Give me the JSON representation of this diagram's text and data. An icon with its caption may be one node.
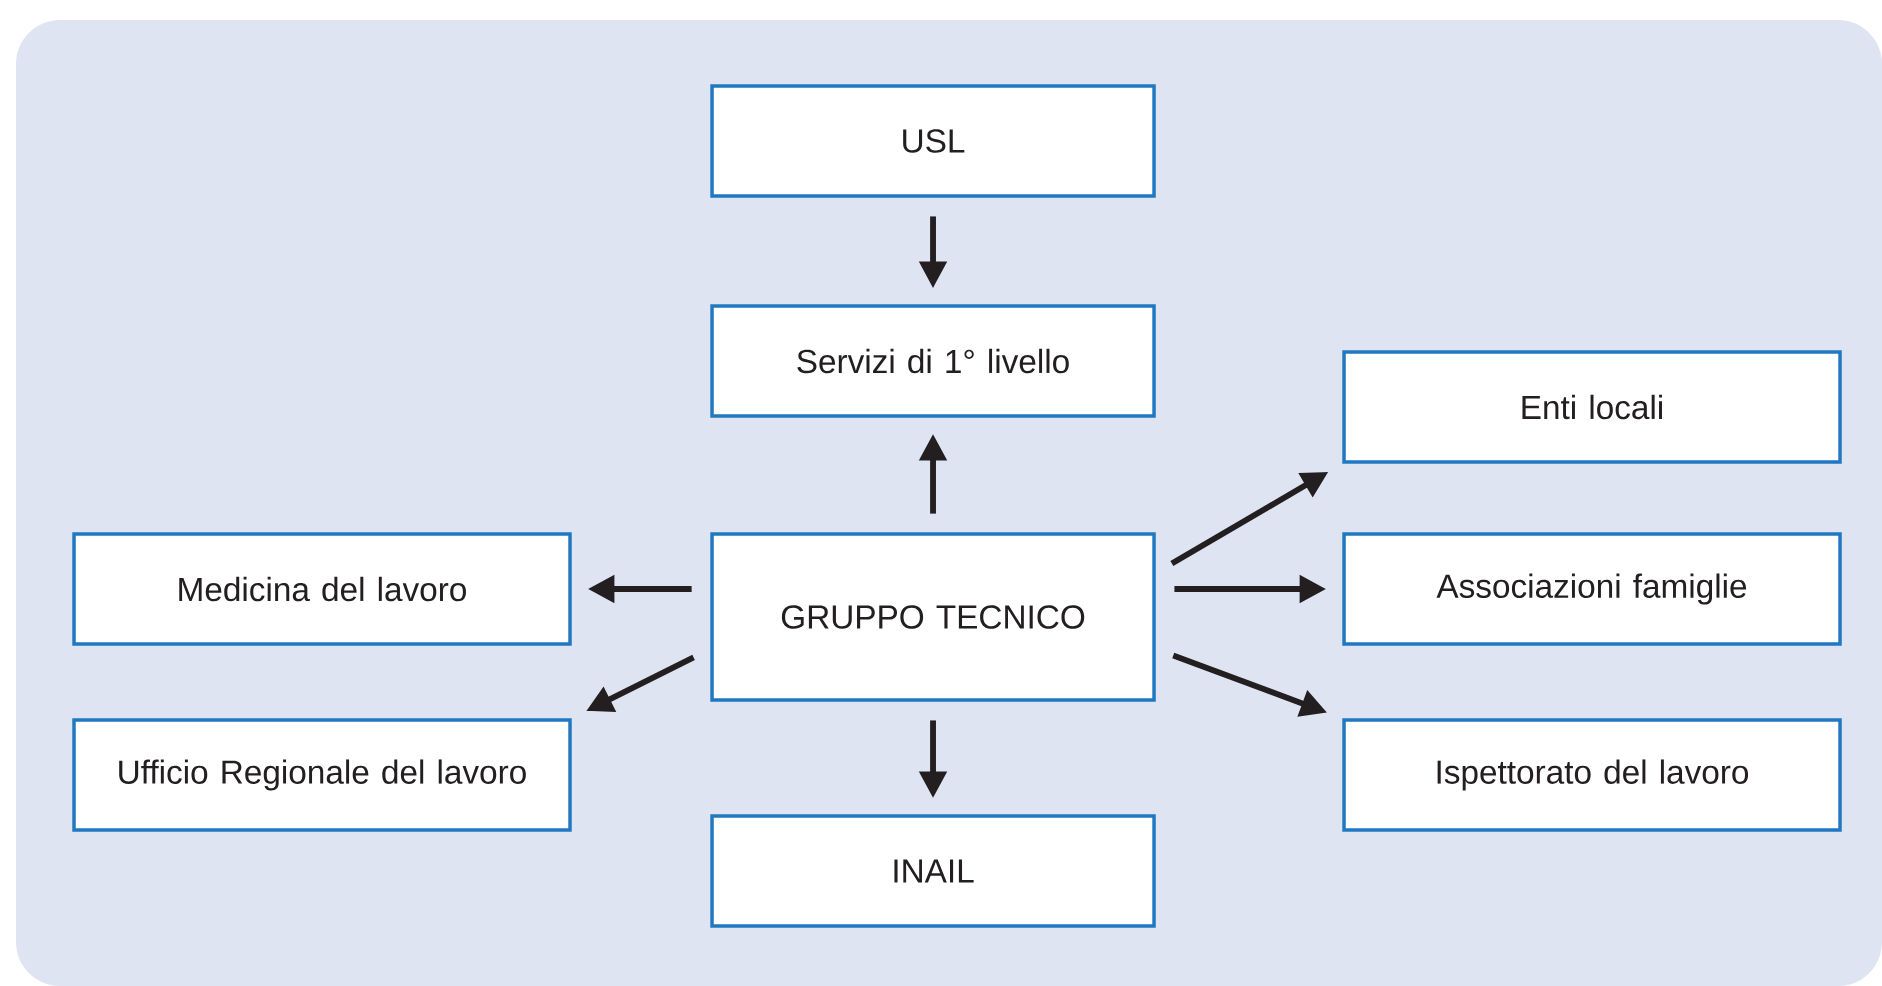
{
  "diagram": {
    "nodes": [
      {
        "text": [
          "USL"
        ]
      },
      {
        "text": [
          "Servizi di 1° livello"
        ]
      },
      {
        "text": [
          "Enti locali"
        ]
      },
      {
        "text": [
          "Medicina del lavoro"
        ]
      },
      {
        "text": [
          "GRUPPO TECNICO"
        ]
      },
      {
        "text": [
          "Associazioni famiglie"
        ]
      },
      {
        "text": [
          "Ufficio Regionale del lavoro"
        ]
      },
      {
        "text": [
          "Ispettorato del lavoro"
        ]
      },
      {
        "text": [
          "INAIL"
        ]
      }
    ],
    "edges": [
      {
        "from": 0,
        "to": 1,
        "arrow": "to"
      },
      {
        "from": 4,
        "to": 1,
        "arrow": "to"
      },
      {
        "from": 4,
        "to": 3,
        "arrow": "to"
      },
      {
        "from": 4,
        "to": 6,
        "arrow": "to"
      },
      {
        "from": 4,
        "to": 2,
        "arrow": "to"
      },
      {
        "from": 4,
        "to": 5,
        "arrow": "to"
      },
      {
        "from": 4,
        "to": 7,
        "arrow": "to"
      },
      {
        "from": 4,
        "to": 8,
        "arrow": "to"
      }
    ]
  }
}
